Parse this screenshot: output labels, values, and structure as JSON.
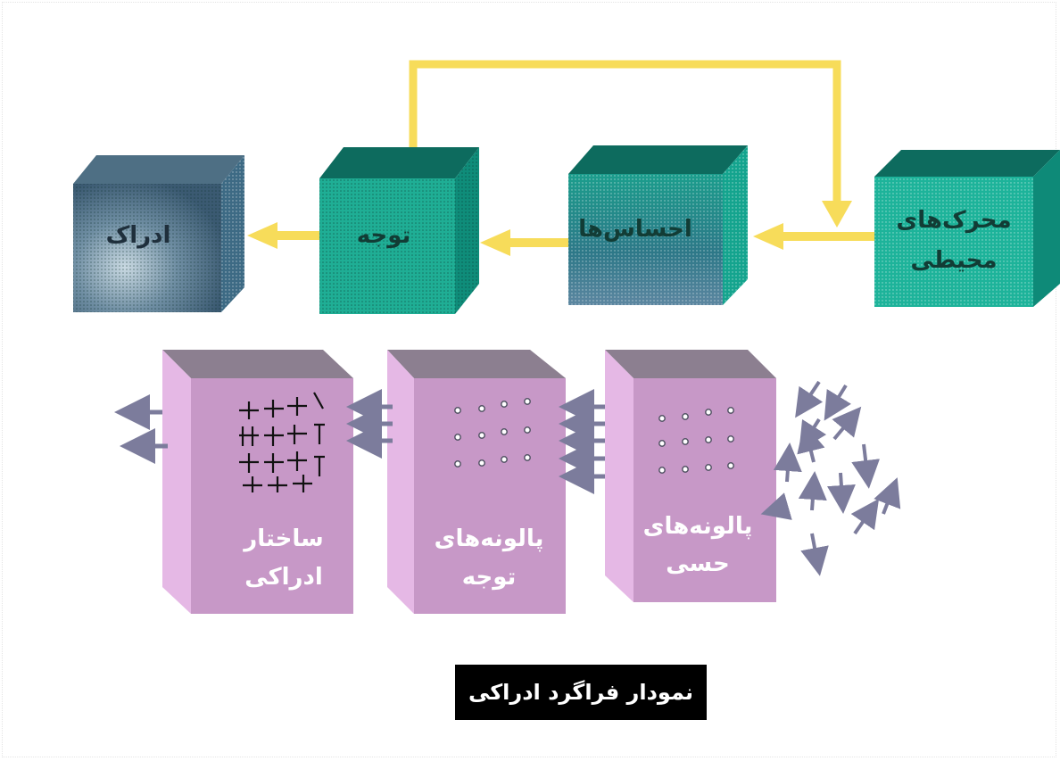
{
  "diagram": {
    "top_row": [
      {
        "id": "environment",
        "label_lines": [
          "محرک‌های",
          "محیطی"
        ]
      },
      {
        "id": "sensation",
        "label_lines": [
          "احساس‌ها"
        ]
      },
      {
        "id": "attention",
        "label_lines": [
          "توجه"
        ]
      },
      {
        "id": "perception",
        "label_lines": [
          "ادراک"
        ]
      }
    ],
    "bottom_row": [
      {
        "id": "sensory-filters",
        "label_lines": [
          "پالونه‌های",
          "حسی"
        ]
      },
      {
        "id": "attention-filters",
        "label_lines": [
          "پالونه‌های",
          "توجه"
        ]
      },
      {
        "id": "perceptual-structure",
        "label_lines": [
          "ساختار",
          "ادراکی"
        ]
      }
    ],
    "caption": "نمودار فراگرد ادراکی"
  },
  "colors": {
    "teal_front": "#1db39a",
    "teal_top": "#0d6b5e",
    "slate_front": "#4d6f86",
    "arrow_yellow": "#f7dc5a",
    "pink_front": "#c798c7",
    "pink_side": "#e5b8e5",
    "pink_top": "#8c7f90",
    "gray_arrow": "#7c7c9c"
  }
}
